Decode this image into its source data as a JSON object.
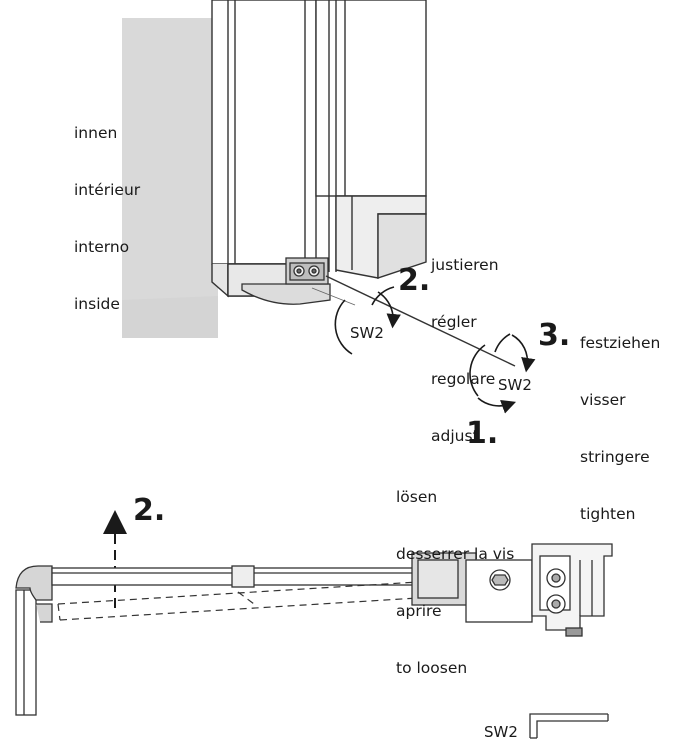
{
  "labels": {
    "inside": [
      "innen",
      "intérieur",
      "interno",
      "inside"
    ],
    "adjust": [
      "justieren",
      "régler",
      "regolare",
      "adjust"
    ],
    "tighten": [
      "festziehen",
      "visser",
      "stringere",
      "tighten"
    ],
    "loosen": [
      "lösen",
      "desserrer la vis",
      "aprire",
      "to loosen"
    ]
  },
  "steps": {
    "step1": "1.",
    "step2": "2.",
    "step3": "3.",
    "step2_lift": "2."
  },
  "tool": {
    "sw_top": "SW2",
    "sw_right": "SW2",
    "sw_bottom": "SW2"
  }
}
